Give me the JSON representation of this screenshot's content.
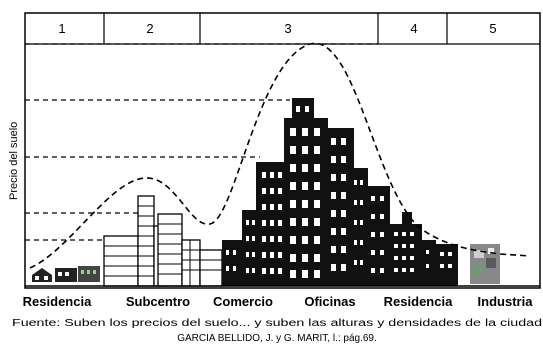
{
  "diagram": {
    "zones": [
      "1",
      "2",
      "3",
      "4",
      "5"
    ],
    "y_axis_label": "Precio del suelo",
    "land_uses": [
      "Residencia",
      "Subcentro",
      "Comercio",
      "Oficinas",
      "Residencia",
      "Industria"
    ],
    "caption_line1": "Fuente: Suben los precios del suelo... y suben las alturas y densidades de la ciudad",
    "caption_line2": "GARCIA BELLIDO, J. y G. MARIT,  l.: pág.69."
  }
}
